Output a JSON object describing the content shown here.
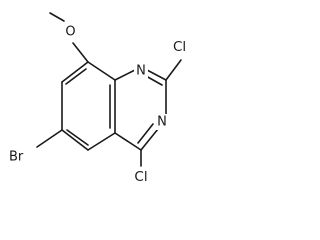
{
  "molecule": {
    "atoms": {
      "n1": "N",
      "n3": "N",
      "cl2": "Cl",
      "cl4": "Cl",
      "o_methoxy": "O",
      "br6": "Br"
    },
    "bond_color": "#1a1a1a",
    "label_color": "#1a1a1a"
  }
}
